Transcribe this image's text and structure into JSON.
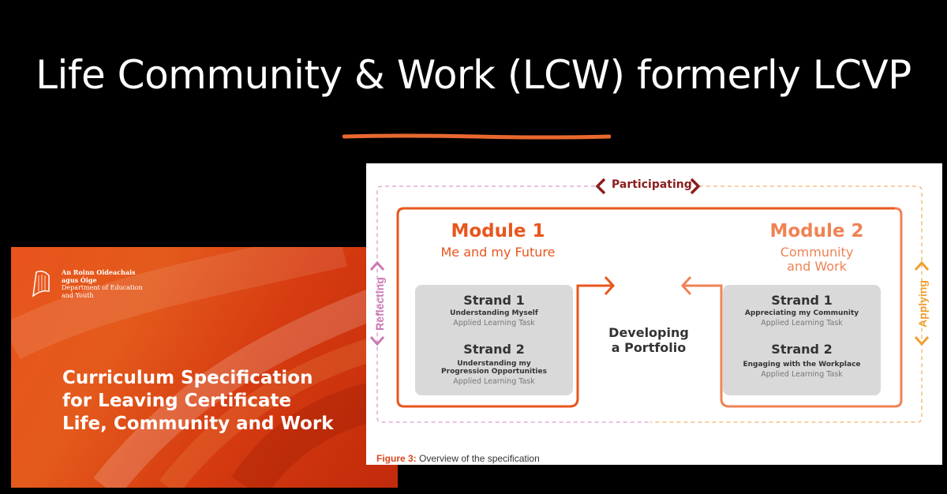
{
  "slide": {
    "title": "Life Community & Work (LCW) formerly LCVP"
  },
  "cover": {
    "dept_irish_1": "An Roinn Oideachais",
    "dept_irish_2": "agus Óige",
    "dept_english_1": "Department of Education",
    "dept_english_2": "and Youth",
    "title_line_1": "Curriculum Specification",
    "title_line_2": "for Leaving Certificate",
    "title_line_3": "Life, Community and Work"
  },
  "figure": {
    "participating": "Participating",
    "reflecting": "Reflecting",
    "applying": "Applying",
    "module1": {
      "heading": "Module 1",
      "subtitle": "Me and my Future",
      "strand1_title": "Strand 1",
      "strand1_desc": "Understanding Myself",
      "strand1_task": "Applied Learning Task",
      "strand2_title": "Strand 2",
      "strand2_desc_1": "Understanding my",
      "strand2_desc_2": "Progression Opportunities",
      "strand2_task": "Applied Learning Task"
    },
    "module2": {
      "heading": "Module 2",
      "subtitle_1": "Community",
      "subtitle_2": "and Work",
      "strand1_title": "Strand 1",
      "strand1_desc": "Appreciating my Community",
      "strand1_task": "Applied Learning Task",
      "strand2_title": "Strand 2",
      "strand2_desc": "Engaging with the Workplace",
      "strand2_task": "Applied Learning Task"
    },
    "center_1": "Developing",
    "center_2": "a Portfolio",
    "caption_label": "Figure 3:",
    "caption_text": " Overview of the specification"
  },
  "colors": {
    "accent_orange": "#e8561d",
    "underline": "#e8692e",
    "participating": "#8b1d1d",
    "reflecting": "#c97ab5",
    "applying": "#f0a030",
    "strand_box": "#d9d9d9"
  }
}
